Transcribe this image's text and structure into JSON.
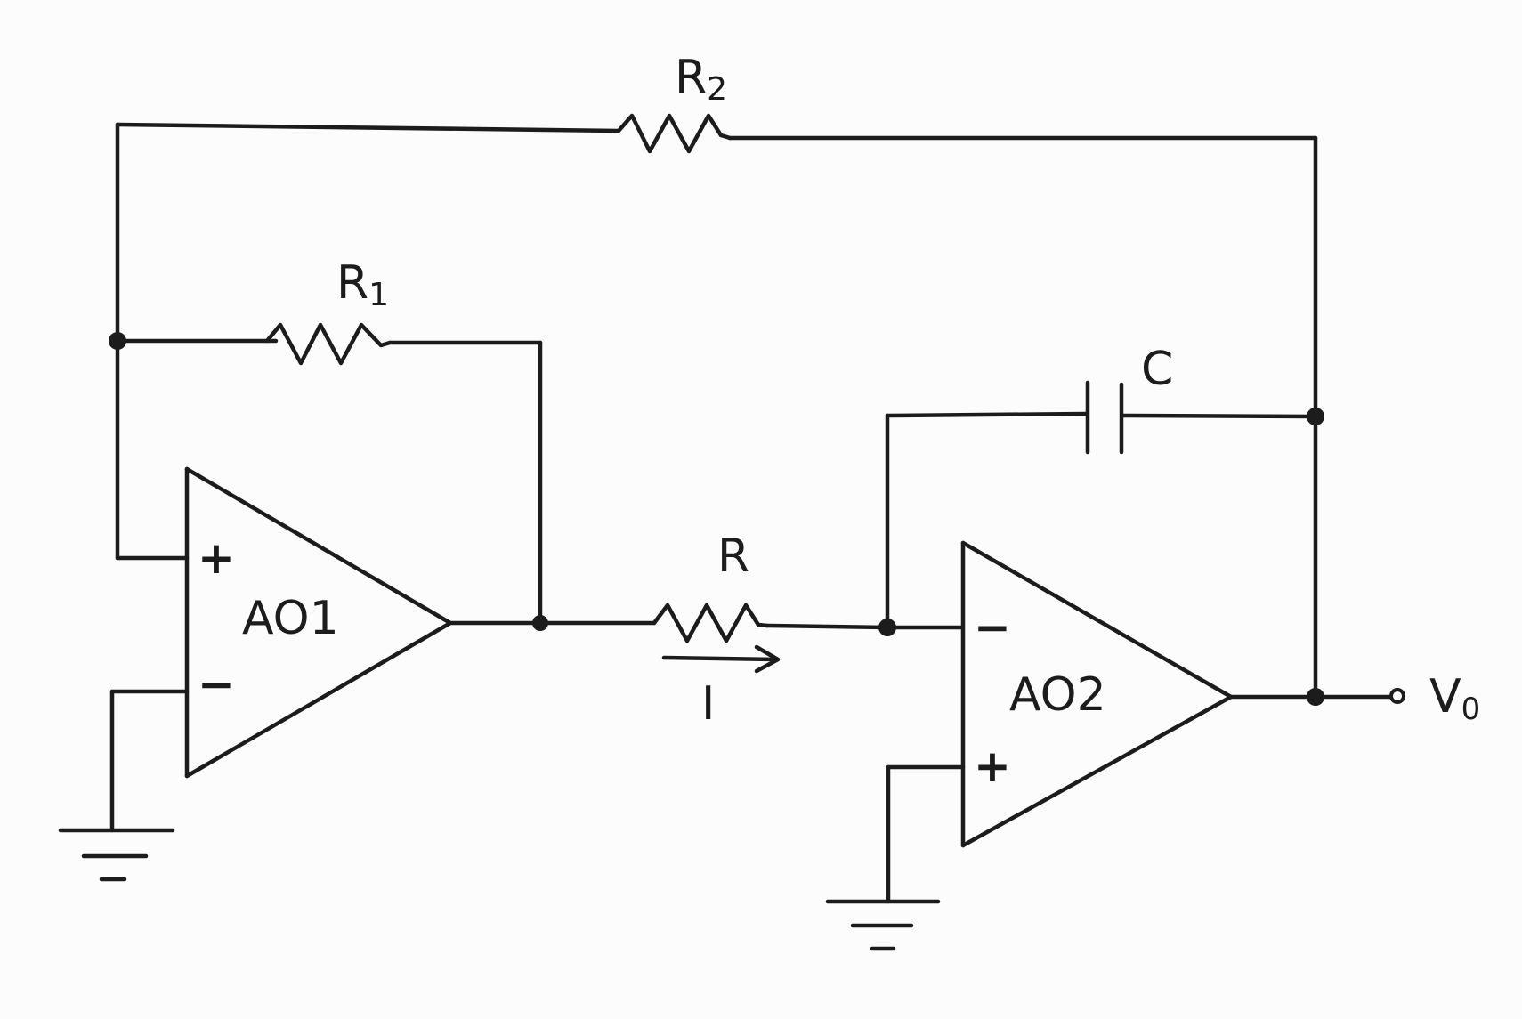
{
  "diagram": {
    "components": {
      "r2": {
        "label": "R",
        "subscript": "2"
      },
      "r1": {
        "label": "R",
        "subscript": "1"
      },
      "r": {
        "label": "R"
      },
      "c": {
        "label": "C"
      },
      "current": {
        "label": "I"
      },
      "ao1": {
        "label": "AO1",
        "plus": "+",
        "minus": "−"
      },
      "ao2": {
        "label": "AO2",
        "plus": "+",
        "minus": "−"
      },
      "output": {
        "label": "V",
        "subscript": "0"
      }
    }
  }
}
